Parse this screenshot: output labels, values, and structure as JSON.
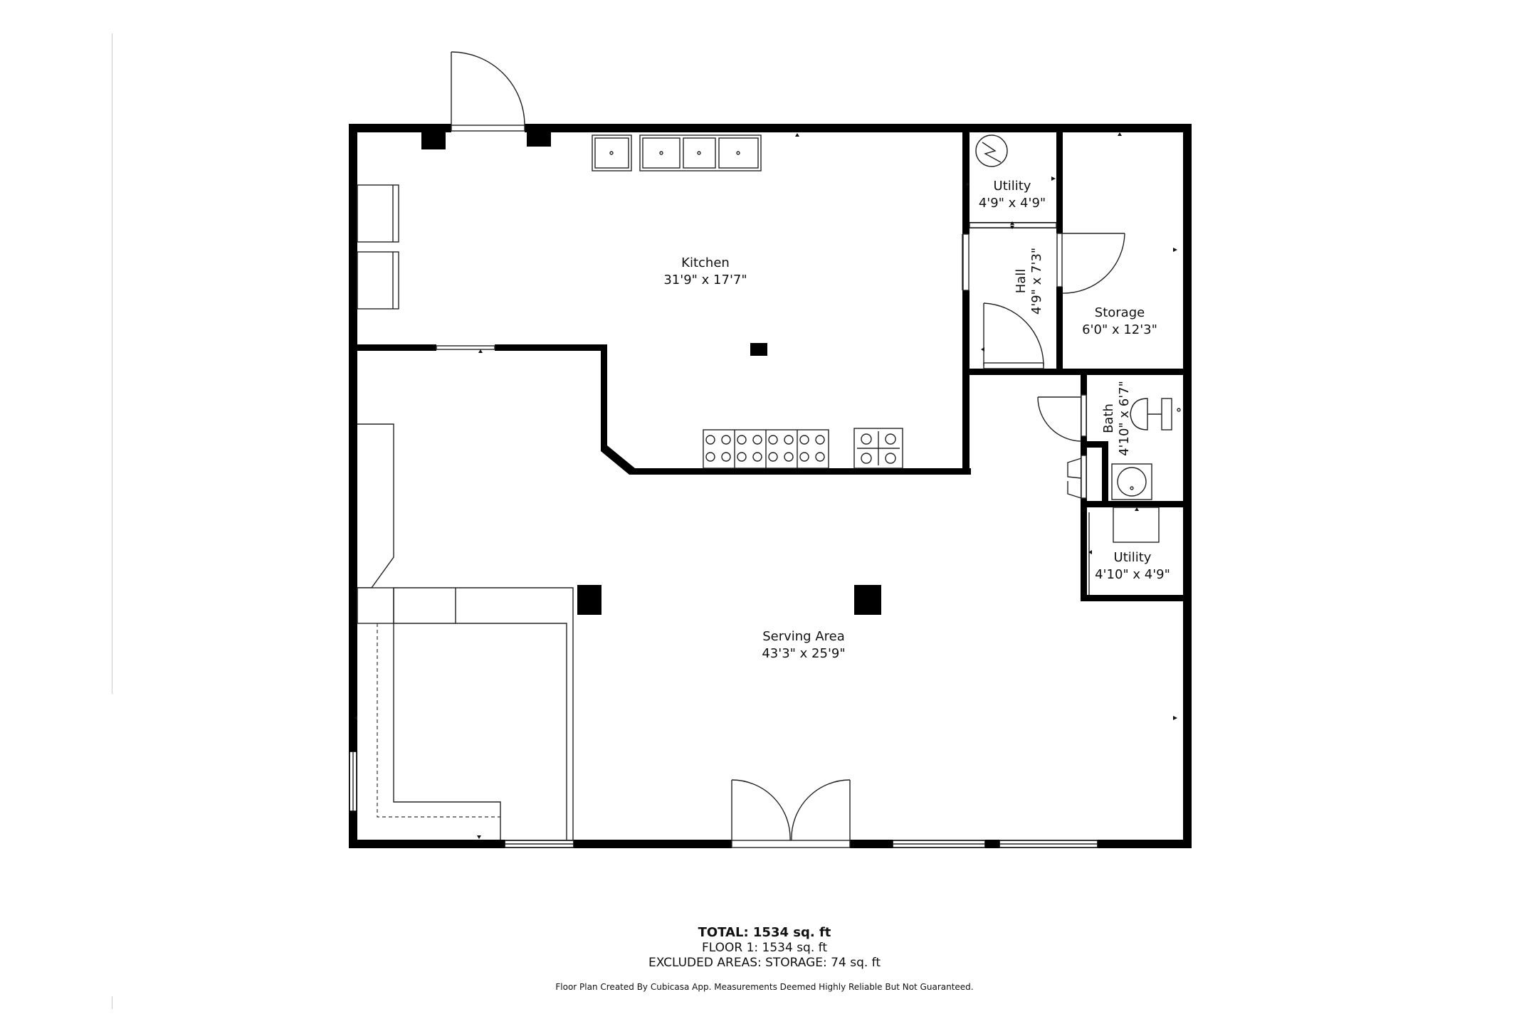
{
  "rooms": [
    {
      "id": "kitchen",
      "name": "Kitchen",
      "dims": "31'9\" x 17'7\""
    },
    {
      "id": "serving-area",
      "name": "Serving Area",
      "dims": "43'3\" x 25'9\""
    },
    {
      "id": "utility-top",
      "name": "Utility",
      "dims": "4'9\" x 4'9\""
    },
    {
      "id": "hall",
      "name": "Hall",
      "dims": "4'9\" x 7'3\""
    },
    {
      "id": "storage",
      "name": "Storage",
      "dims": "6'0\" x 12'3\""
    },
    {
      "id": "bath",
      "name": "Bath",
      "dims": "4'10\" x 6'7\""
    },
    {
      "id": "utility-bottom",
      "name": "Utility",
      "dims": "4'10\" x 4'9\""
    }
  ],
  "summary": {
    "total_label": "TOTAL: 1534 sq. ft",
    "floor_label": "FLOOR 1: 1534 sq. ft",
    "excluded_label": "EXCLUDED AREAS: STORAGE: 74 sq. ft",
    "credit": "Floor Plan Created By Cubicasa App. Measurements Deemed Highly Reliable But Not Guaranteed."
  },
  "colors": {
    "wall": "#000000",
    "background": "#ffffff"
  }
}
